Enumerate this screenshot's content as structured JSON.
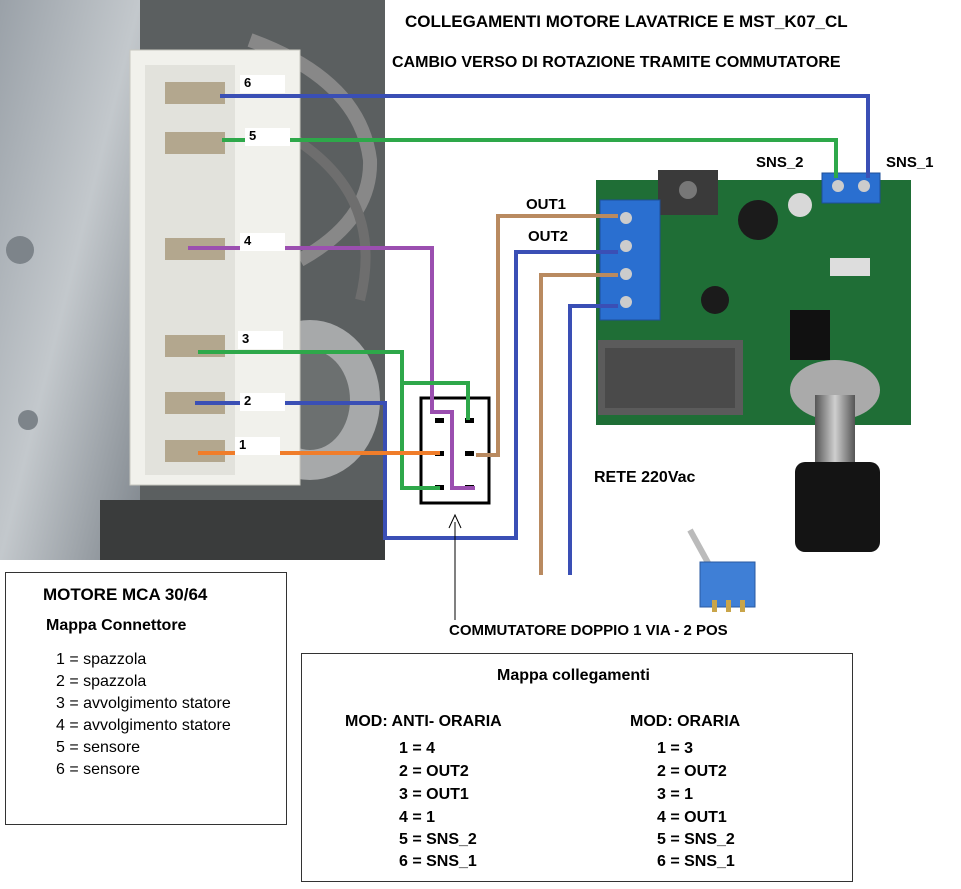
{
  "title_line1": "COLLEGAMENTI MOTORE  LAVATRICE  E  MST_K07_CL",
  "title_line2": "CAMBIO VERSO DI ROTAZIONE TRAMITE COMMUTATORE",
  "connector_pins": [
    "6",
    "5",
    "4",
    "3",
    "2",
    "1"
  ],
  "board_labels": {
    "sns2": "SNS_2",
    "sns1": "SNS_1",
    "out1": "OUT1",
    "out2": "OUT2",
    "rete": "RETE 220Vac"
  },
  "switch_label": "COMMUTATORE DOPPIO 1 VIA - 2 POS",
  "motor_box": {
    "title": "MOTORE MCA 30/64",
    "subtitle": "Mappa  Connettore",
    "items": [
      "1 = spazzola",
      "2 = spazzola",
      "3 = avvolgimento statore",
      "4 = avvolgimento statore",
      "5 = sensore",
      "6 = sensore"
    ]
  },
  "map_box": {
    "title": "Mappa collegamenti",
    "left_heading": "MOD:  ANTI- ORARIA",
    "left_items": [
      "1 = 4",
      "2 = OUT2",
      "3 = OUT1",
      "4 = 1",
      "5 = SNS_2",
      "6 = SNS_1"
    ],
    "right_heading": "MOD: ORARIA",
    "right_items": [
      "1 = 3",
      "2 = OUT2",
      "3 = 1",
      "4 = OUT1",
      "5 = SNS_2",
      "6 = SNS_1"
    ]
  },
  "colors": {
    "blue": "#3a4fb5",
    "green": "#2ea84a",
    "purple": "#9b4fb0",
    "orange": "#f07d2a",
    "tan": "#b98a60",
    "pcb": "#1f6e36",
    "terminal": "#2a6fd0"
  }
}
